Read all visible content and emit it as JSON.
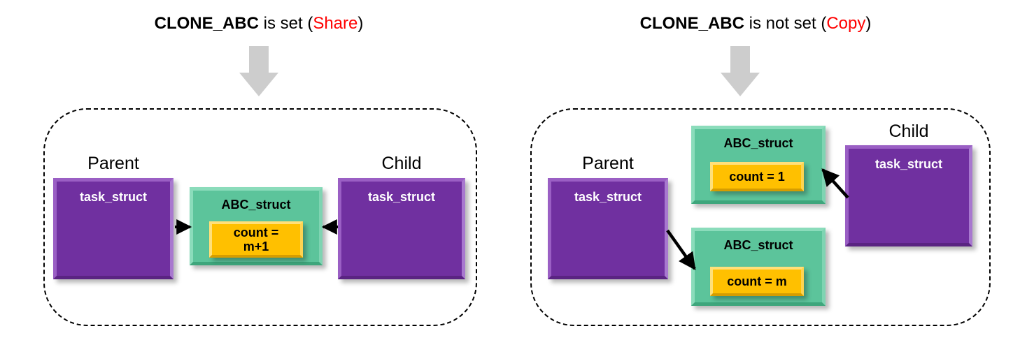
{
  "panels": [
    {
      "id": "share",
      "title": {
        "flag": "CLONE_ABC",
        "middle": " is set (",
        "mode": "Share",
        "close": ")"
      },
      "arrow_icon": "down-block-arrow",
      "parent_caption": "Parent",
      "child_caption": "Child",
      "parent_box_label": "task_struct",
      "child_box_label": "task_struct",
      "structs": [
        {
          "title": "ABC_struct",
          "count": "count =\nm+1"
        }
      ]
    },
    {
      "id": "copy",
      "title": {
        "flag": "CLONE_ABC",
        "middle": " is not set (",
        "mode": "Copy",
        "close": ")"
      },
      "arrow_icon": "down-block-arrow",
      "parent_caption": "Parent",
      "child_caption": "Child",
      "parent_box_label": "task_struct",
      "child_box_label": "task_struct",
      "structs": [
        {
          "title": "ABC_struct",
          "count": "count = 1"
        },
        {
          "title": "ABC_struct",
          "count": "count = m"
        }
      ]
    }
  ],
  "colors": {
    "task_struct_box": "#7030a0",
    "abc_struct_box": "#5cc49b",
    "count_box": "#ffc000",
    "mode_highlight": "#ff0000",
    "block_arrow": "#cdcdcd",
    "container_border": "#000000"
  }
}
